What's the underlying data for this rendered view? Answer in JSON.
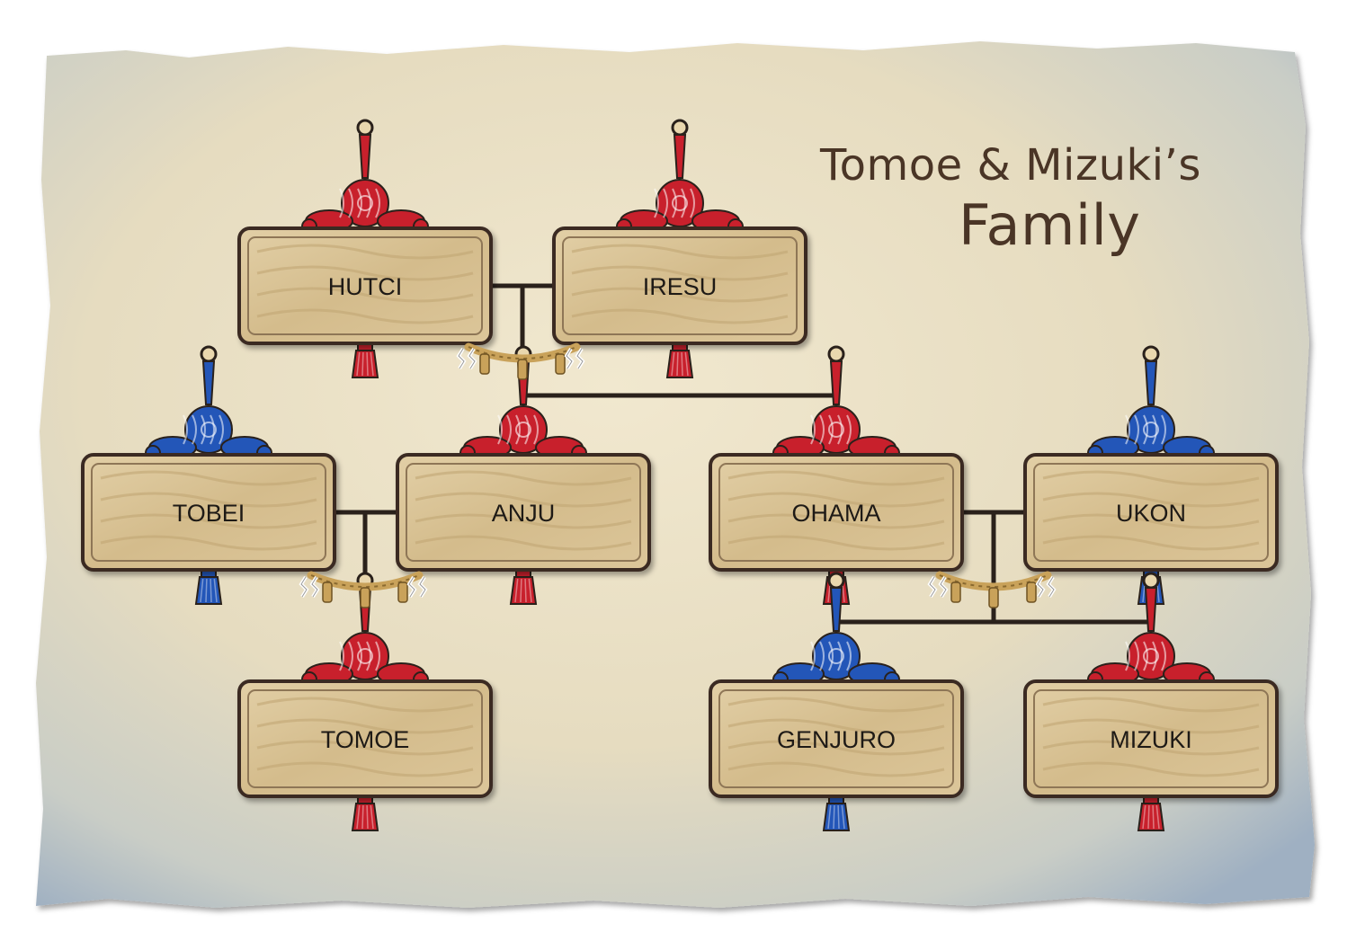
{
  "title": {
    "line1": "Tomoe & Mizuki’s",
    "line2": "Family"
  },
  "colors": {
    "paper": "#ece2c6",
    "plaque_wood": "#dcc69c",
    "plaque_border": "#3a2c22",
    "knot_red": "#c8202c",
    "knot_blue": "#2356b8",
    "rope": "#c9a25a",
    "line": "#2a211b"
  },
  "members": [
    {
      "id": "hutci",
      "name": "HUTCI",
      "knot": "red"
    },
    {
      "id": "iresu",
      "name": "IRESU",
      "knot": "red"
    },
    {
      "id": "tobei",
      "name": "TOBEI",
      "knot": "blue"
    },
    {
      "id": "anju",
      "name": "ANJU",
      "knot": "red"
    },
    {
      "id": "ohama",
      "name": "OHAMA",
      "knot": "red"
    },
    {
      "id": "ukon",
      "name": "UKON",
      "knot": "blue"
    },
    {
      "id": "tomoe",
      "name": "TOMOE",
      "knot": "red"
    },
    {
      "id": "genjuro",
      "name": "GENJURO",
      "knot": "blue"
    },
    {
      "id": "mizuki",
      "name": "MIZUKI",
      "knot": "red"
    }
  ],
  "couples": [
    {
      "a": "hutci",
      "b": "iresu",
      "children": [
        "anju",
        "ohama"
      ]
    },
    {
      "a": "tobei",
      "b": "anju",
      "children": [
        "tomoe"
      ]
    },
    {
      "a": "ohama",
      "b": "ukon",
      "children": [
        "genjuro",
        "mizuki"
      ]
    }
  ]
}
